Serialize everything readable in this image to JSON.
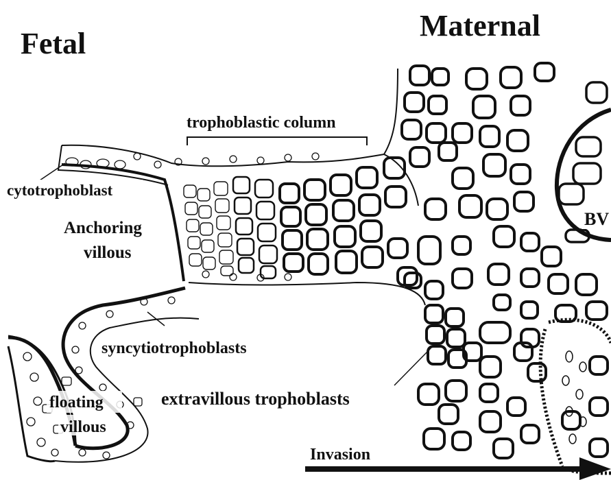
{
  "labels": {
    "fetal": "Fetal",
    "maternal": "Maternal",
    "trophoblastic_column": "trophoblastic column",
    "cytotrophoblast": "cytotrophoblast",
    "anchoring_line1": "Anchoring",
    "anchoring_line2": "villous",
    "bv": "BV",
    "syncytiotrophoblasts": "syncytiotrophoblasts",
    "floating_line1": "floating",
    "floating_line2": "villous",
    "extravillous_trophoblasts": "extravillous trophoblasts",
    "invasion": "Invasion"
  },
  "colors": {
    "ink": "#111111",
    "background": "#ffffff"
  }
}
